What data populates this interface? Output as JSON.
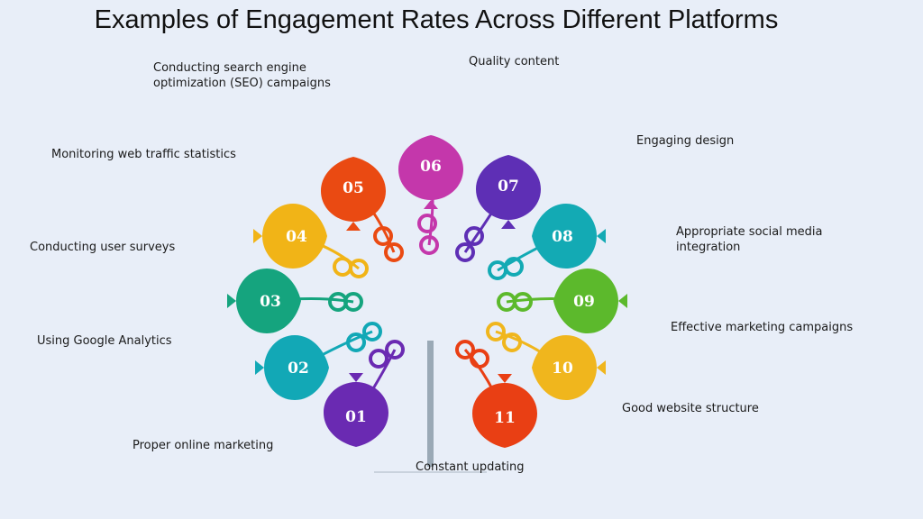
{
  "title": "Examples of Engagement Rates Across Different Platforms",
  "petals": [
    {
      "num": "01",
      "label": [
        "Proper online marketing"
      ],
      "color": "#6a2ab2"
    },
    {
      "num": "02",
      "label": [
        "Using Google Analytics"
      ],
      "color": "#12a8b6"
    },
    {
      "num": "03",
      "label": [
        "Conducting user surveys"
      ],
      "color": "#15a47e"
    },
    {
      "num": "04",
      "label": [
        "Monitoring web traffic statistics"
      ],
      "color": "#f1b417"
    },
    {
      "num": "05",
      "label": [
        "Conducting search engine",
        "optimization (SEO) campaigns"
      ],
      "color": "#ea4a12"
    },
    {
      "num": "06",
      "label": [
        "Quality content"
      ],
      "color": "#c437ab"
    },
    {
      "num": "07",
      "label": [
        "Engaging design"
      ],
      "color": "#5e2fb5"
    },
    {
      "num": "08",
      "label": [
        "Appropriate social media",
        "integration"
      ],
      "color": "#13aab4"
    },
    {
      "num": "09",
      "label": [
        "Effective marketing campaigns"
      ],
      "color": "#5cb92c"
    },
    {
      "num": "10",
      "label": [
        "Good website structure"
      ],
      "color": "#f0b61d"
    },
    {
      "num": "11",
      "label": [
        "Constant updating"
      ],
      "color": "#e93f14"
    }
  ],
  "stem_color": "#9aa9b6"
}
